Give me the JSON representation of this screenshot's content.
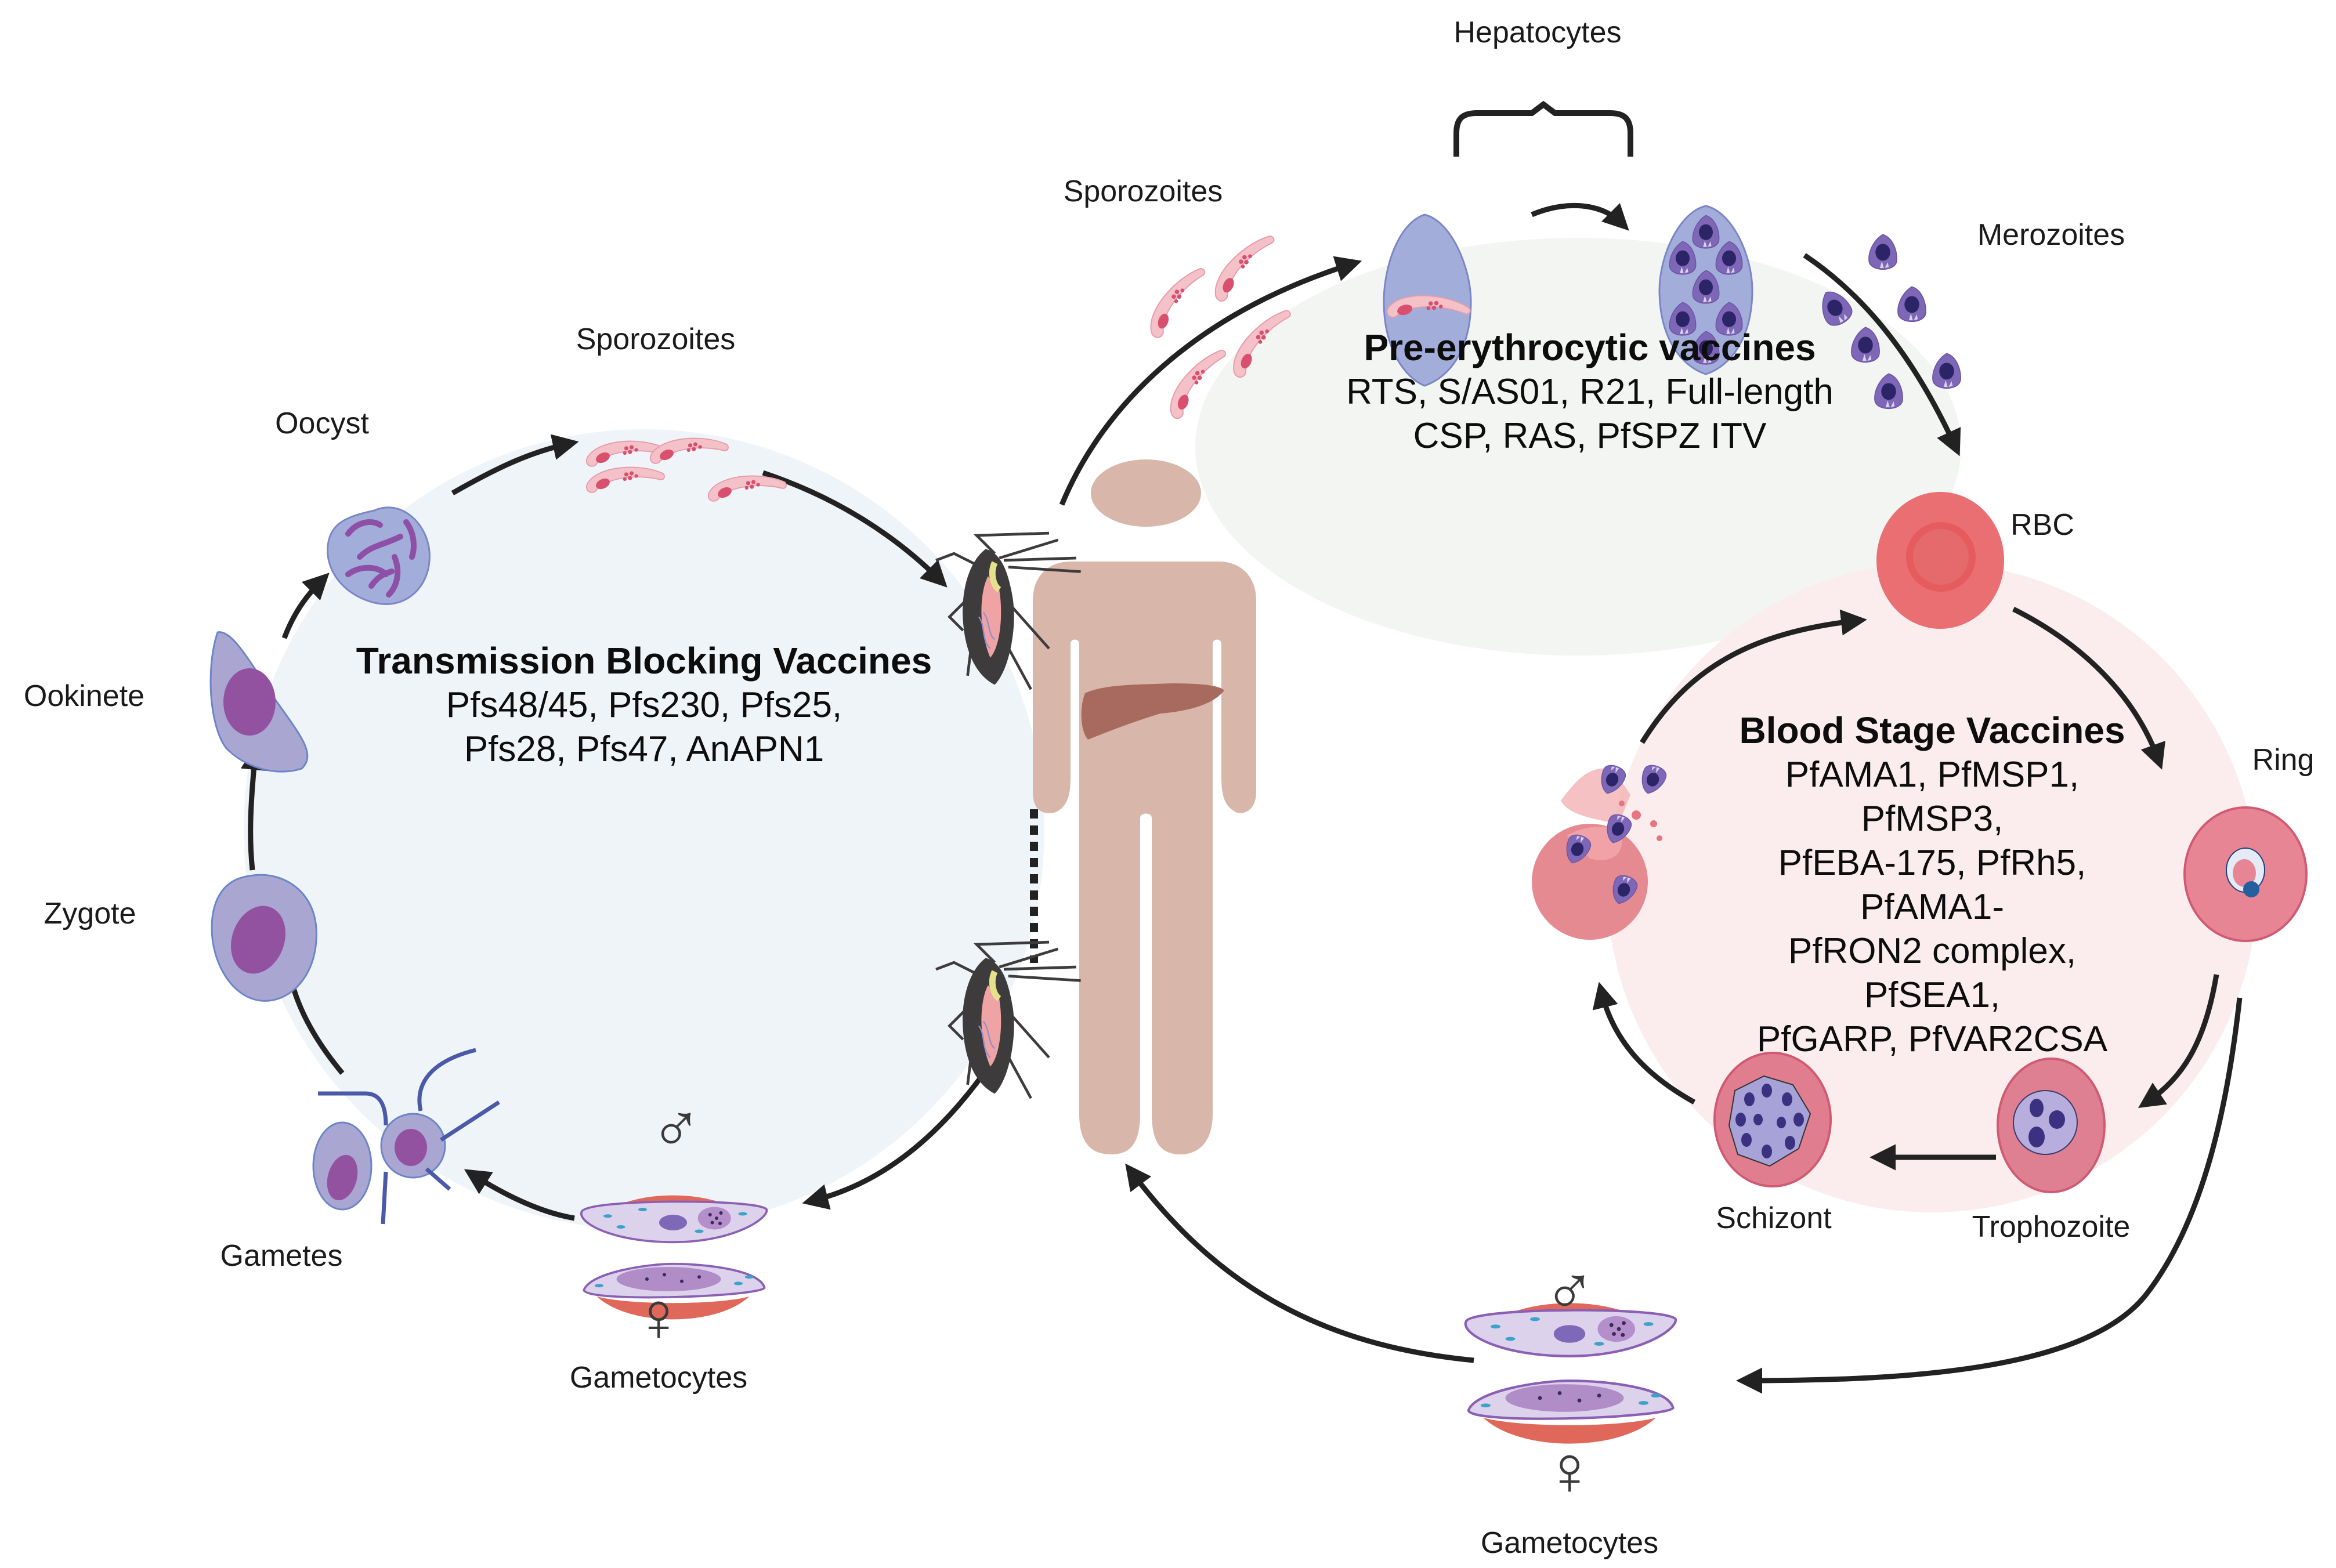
{
  "figure": {
    "title": "Plasmodium falciparum life cycle and vaccine targets",
    "colors": {
      "transmission_bg": "#EFF4F9",
      "pre_erythrocytic_bg": "#F2F5F1",
      "blood_stage_bg": "#FBEDED",
      "arrow": "#222222",
      "human": "#D8B7AA",
      "liver": "#A86A5E",
      "parasite_pink": "#F4C1C8",
      "parasite_dots": "#D9506E",
      "cell_lilac": "#AAA6D2",
      "cell_nucleus": "#9352A0",
      "hepatocyte": "#A3ADDA",
      "merozoite": "#7E67B6",
      "merozoite_nucleus": "#2B2466",
      "rbc": "#E96F72",
      "rbc_infected": "#E08595",
      "gametocyte_rbc": "#E0685A",
      "gametocyte_body": "#DCD2EC",
      "sex_symbol": "#3a3a3a"
    }
  },
  "sections": {
    "transmission": {
      "title": "Transmission Blocking Vaccines",
      "lines": [
        "Pfs48/45,  Pfs230, Pfs25,",
        "Pfs28, Pfs47, AnAPN1"
      ]
    },
    "pre_erythrocytic": {
      "title": "Pre-erythrocytic vaccines",
      "lines": [
        "RTS, S/AS01, R21, Full-length",
        "CSP, RAS, PfSPZ ITV"
      ]
    },
    "blood_stage": {
      "title": "Blood Stage Vaccines",
      "lines": [
        "PfAMA1, PfMSP1, PfMSP3,",
        "PfEBA-175, PfRh5, PfAMA1-",
        "PfRON2 complex, PfSEA1,",
        "PfGARP, PfVAR2CSA"
      ]
    }
  },
  "stage_labels": {
    "hepatocytes": "Hepatocytes",
    "sporozoites_human": "Sporozoites",
    "merozoites": "Merozoites",
    "rbc": "RBC",
    "ring": "Ring",
    "trophozoite": "Trophozoite",
    "schizont": "Schizont",
    "gametocytes_human": "Gametocytes",
    "sporozoites_mosquito": "Sporozoites",
    "oocyst": "Oocyst",
    "ookinete": "Ookinete",
    "zygote": "Zygote",
    "gametes": "Gametes",
    "gametocytes_mosquito": "Gametocytes"
  },
  "symbols": {
    "male": "♂",
    "female": "♀"
  }
}
